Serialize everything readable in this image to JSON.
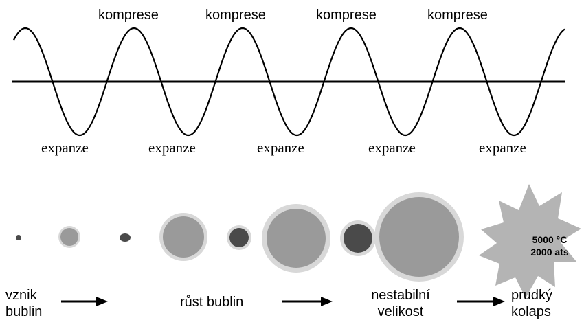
{
  "wave": {
    "compression_labels": [
      "komprese",
      "komprese",
      "komprese",
      "komprese"
    ],
    "expansion_labels": [
      "expanze",
      "expanze",
      "expanze",
      "expanze",
      "expanze"
    ]
  },
  "stages": {
    "formation": {
      "line1": "vznik",
      "line2": "bublin"
    },
    "growth": {
      "label": "růst bublin"
    },
    "instability": {
      "line1": "nestabilní",
      "line2": "velikost"
    },
    "collapse": {
      "line1": "prudký",
      "line2": "kolaps"
    }
  },
  "collapse_burst": {
    "temperature": "5000 °C",
    "pressure": "2000 ats"
  },
  "colors": {
    "bubble_fill": "#9a9a9a",
    "bubble_halo": "#d8d8d8",
    "bubble_dark": "#4a4a4a",
    "burst_fill": "#b4b4b4",
    "line": "#000000"
  }
}
